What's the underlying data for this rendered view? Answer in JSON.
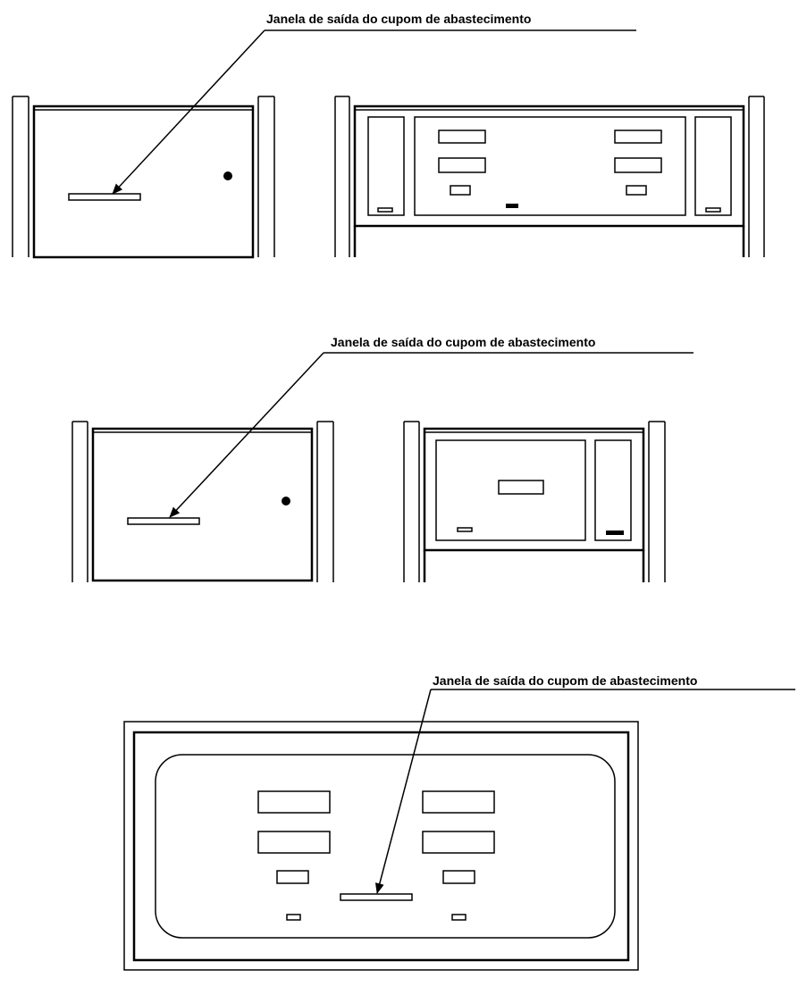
{
  "callouts": [
    {
      "label": "Janela de saída do cupom de abastecimento"
    },
    {
      "label": "Janela de saída do cupom de abastecimento"
    },
    {
      "label": "Janela de saída do cupom de abastecimento"
    }
  ],
  "colors": {
    "line": "#000000",
    "background": "#ffffff"
  }
}
